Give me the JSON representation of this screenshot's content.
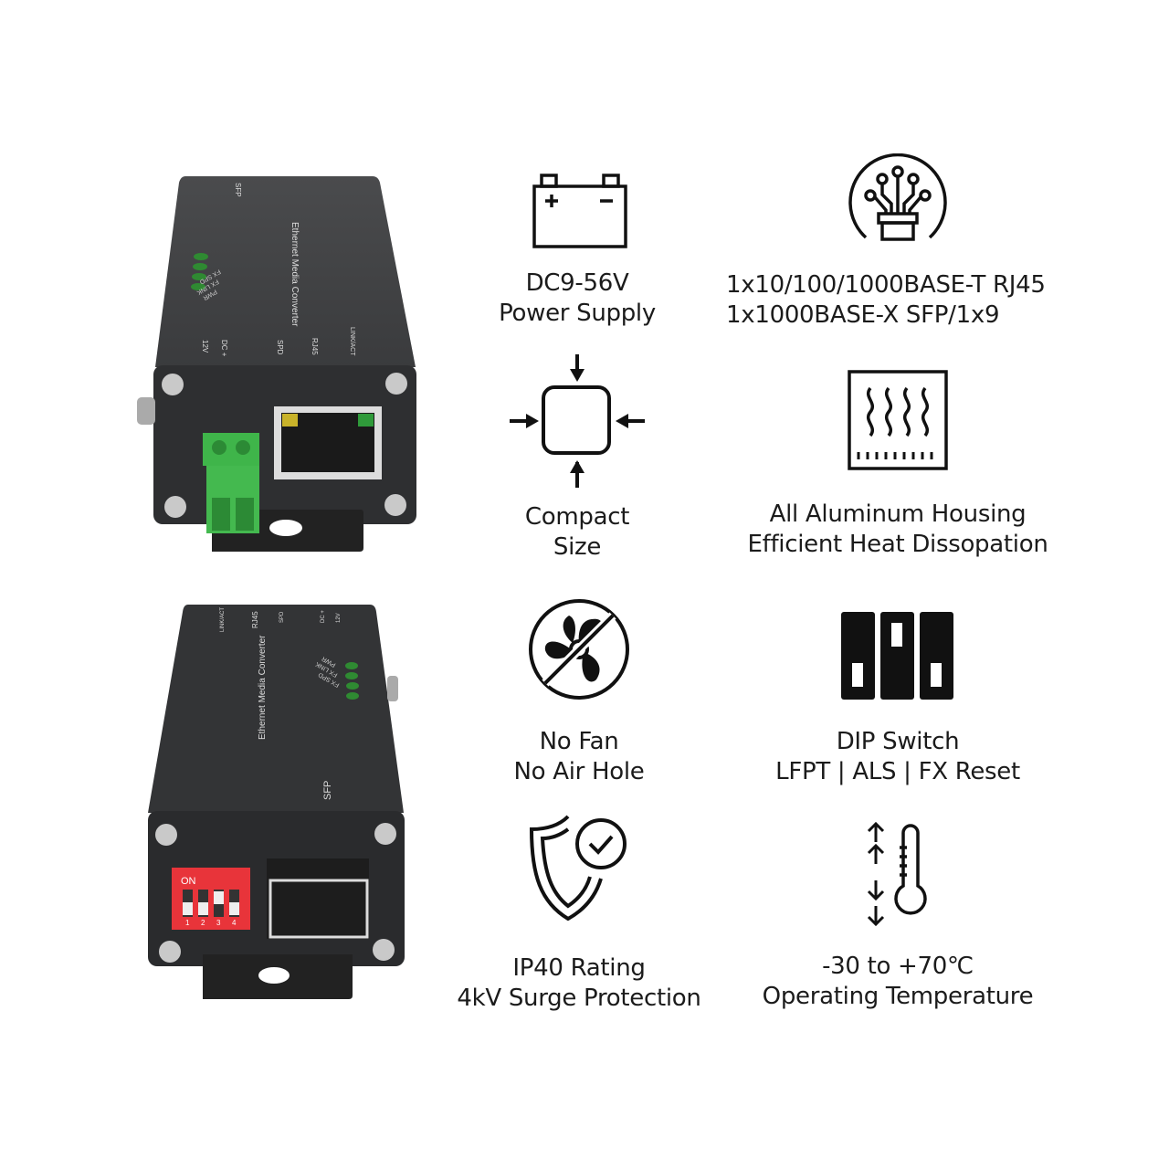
{
  "device_top": {
    "title": "Ethernet Media Converter",
    "leds": [
      "FX SPD",
      "FX LINK",
      "PWR"
    ],
    "port_labels": [
      "SFP",
      "12V",
      "DC +",
      "SPD",
      "RJ45",
      "LINK/ACT"
    ]
  },
  "device_bottom": {
    "title": "Ethernet Media Converter",
    "leds": [
      "PWR",
      "FX LINK",
      "FX SPD"
    ],
    "port_labels": [
      "LINK/ACT",
      "RJ45",
      "SPD",
      "DC +",
      "12V",
      "SFP"
    ],
    "dip_label": "ON",
    "dip_numbers": [
      "1",
      "2",
      "3",
      "4"
    ]
  },
  "features": [
    {
      "icon": "battery-icon",
      "lines": [
        "DC9-56V",
        "Power Supply"
      ]
    },
    {
      "icon": "fiber-optic-icon",
      "lines": [
        "1x10/100/1000BASE-T RJ45",
        "1x1000BASE-X SFP/1x9"
      ]
    },
    {
      "icon": "compact-size-icon",
      "lines": [
        "Compact",
        "Size"
      ]
    },
    {
      "icon": "heat-dissipation-icon",
      "lines": [
        "All Aluminum Housing",
        "Efficient Heat Dissopation"
      ]
    },
    {
      "icon": "no-fan-icon",
      "lines": [
        "No Fan",
        "No Air Hole"
      ]
    },
    {
      "icon": "dip-switch-icon",
      "lines": [
        "DIP Switch",
        "LFPT | ALS | FX Reset"
      ]
    },
    {
      "icon": "shield-check-icon",
      "lines": [
        "IP40 Rating",
        "4kV Surge Protection"
      ]
    },
    {
      "icon": "thermometer-icon",
      "lines": [
        "-30 to +70℃",
        "Operating Temperature"
      ]
    }
  ],
  "colors": {
    "housing": "#3a3b3c",
    "terminal": "#3fb54a",
    "dip": "#e8343a",
    "led": "#2f8a32"
  }
}
